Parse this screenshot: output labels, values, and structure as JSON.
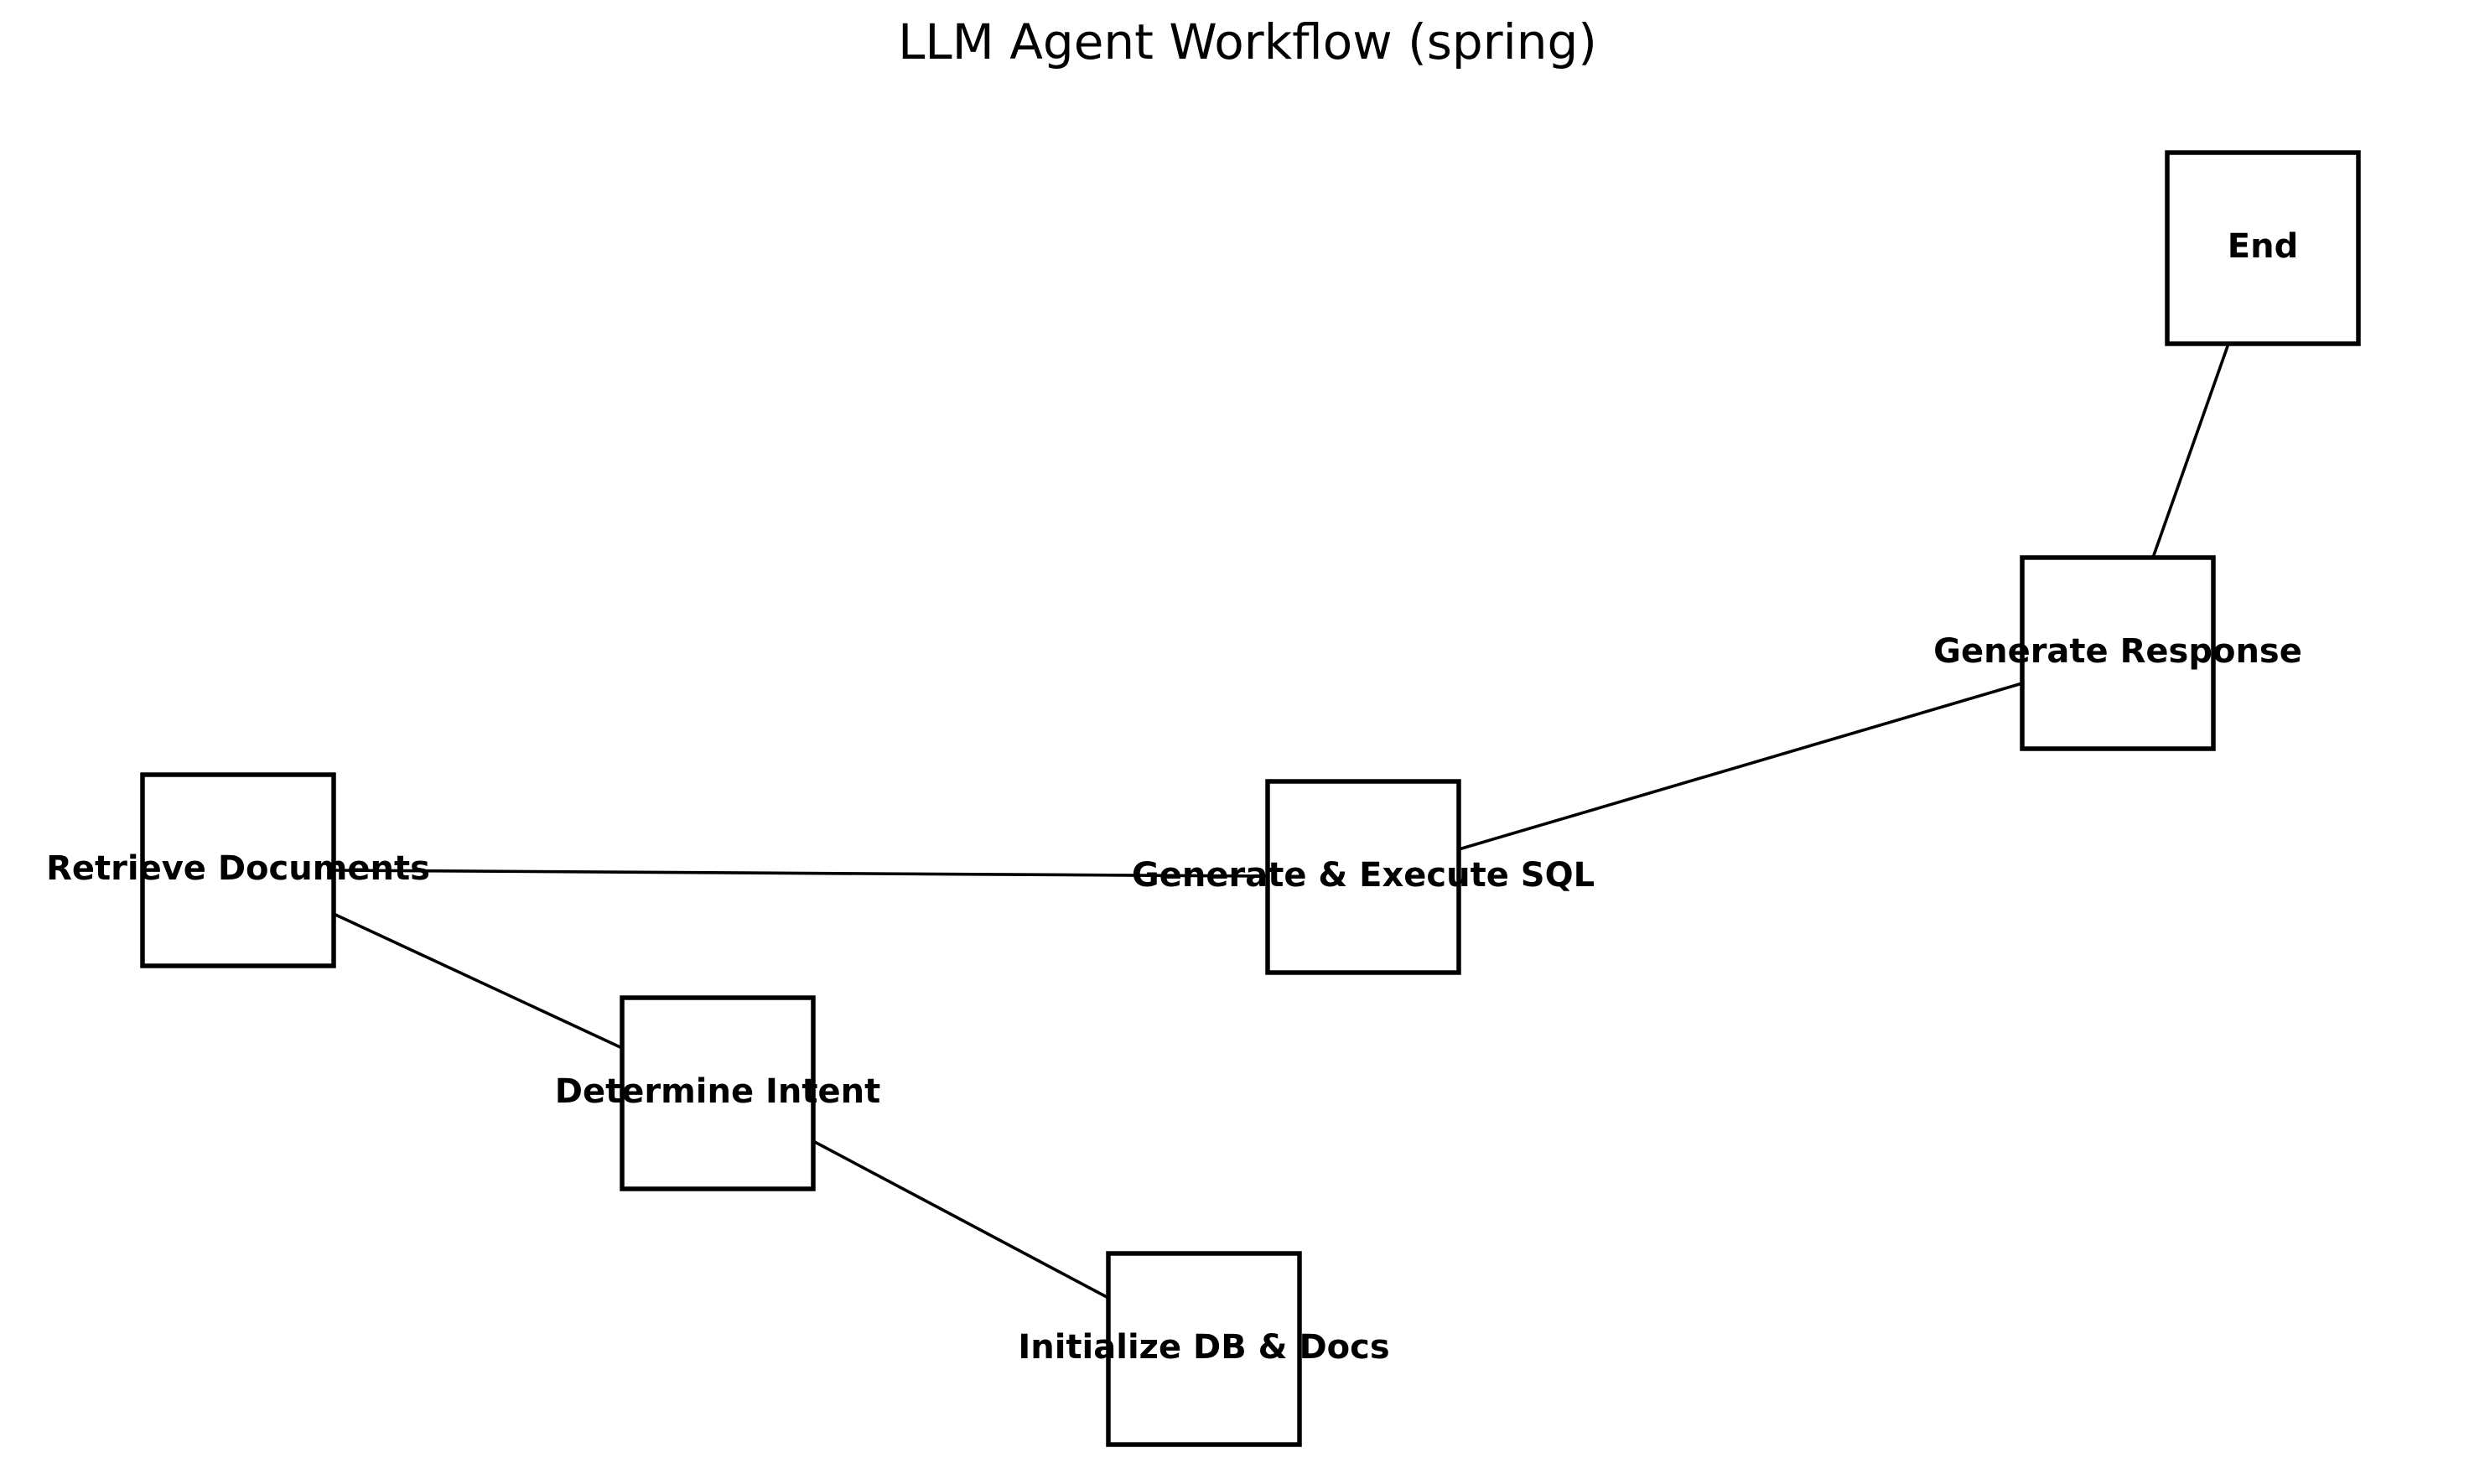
{
  "title": "LLM Agent Workflow (spring)",
  "colors": {
    "stroke": "#000000",
    "background": "#ffffff",
    "text": "#000000"
  },
  "nodes": [
    {
      "id": "init",
      "label": "Initialize DB & Docs"
    },
    {
      "id": "intent",
      "label": "Determine Intent"
    },
    {
      "id": "retrieve",
      "label": "Retrieve Documents"
    },
    {
      "id": "sql",
      "label": "Generate & Execute SQL"
    },
    {
      "id": "response",
      "label": "Generate Response"
    },
    {
      "id": "end",
      "label": "End"
    }
  ],
  "edges": [
    {
      "from": "init",
      "to": "intent"
    },
    {
      "from": "intent",
      "to": "retrieve"
    },
    {
      "from": "retrieve",
      "to": "sql"
    },
    {
      "from": "sql",
      "to": "response"
    },
    {
      "from": "response",
      "to": "end"
    }
  ]
}
